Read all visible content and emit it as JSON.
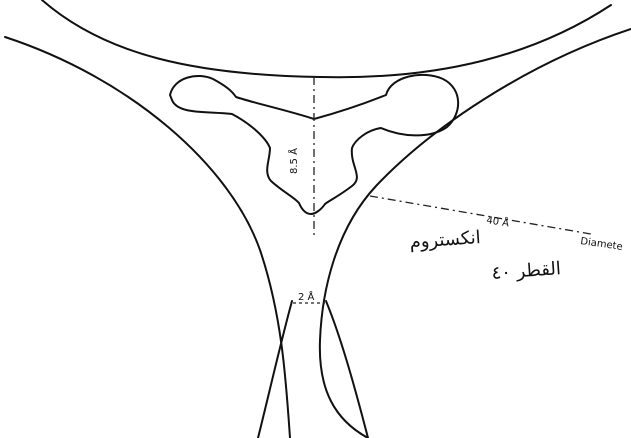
{
  "labels": {
    "vertical_measure": "8.5 Å",
    "diameter_measure": "40 Å",
    "diameter_word": "Diamete",
    "neck_measure": "2 Å",
    "arabic_line_1": "انكستروم",
    "arabic_line_2": "القطر ٤٠"
  },
  "colors": {
    "ink": "#111111",
    "background": "#ffffff"
  }
}
